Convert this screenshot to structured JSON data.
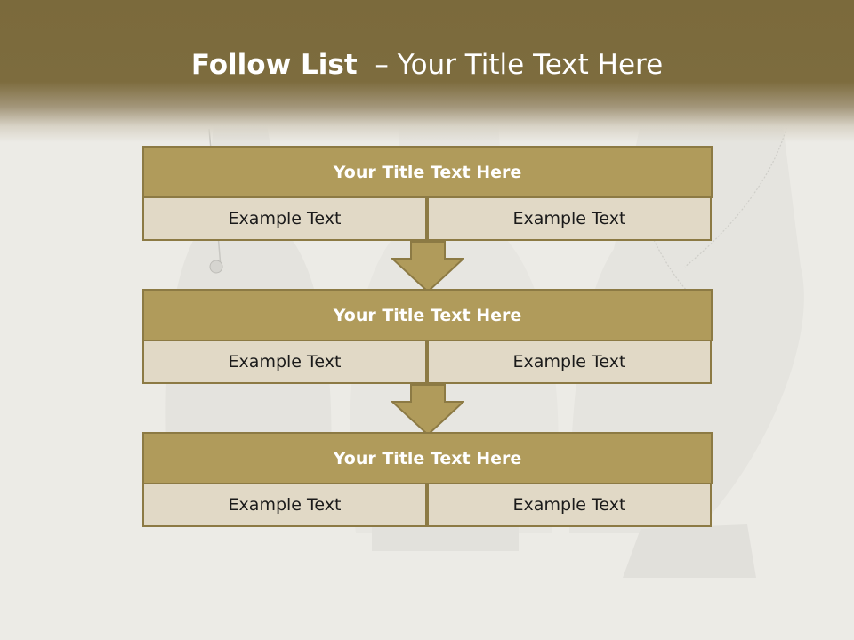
{
  "slide": {
    "title_bold": "Follow List",
    "title_rest": "– Your Title Text Here"
  },
  "colors": {
    "header_band": "#7b6a3c",
    "box_title": "#b09b5b",
    "box_border": "#8c7a44",
    "cell_bg": "#e1d9c6",
    "title_text": "#ffffff"
  },
  "steps": [
    {
      "title": "Your Title Text Here",
      "left_text": "Example Text",
      "right_text": "Example Text"
    },
    {
      "title": "Your Title Text Here",
      "left_text": "Example Text",
      "right_text": "Example Text"
    },
    {
      "title": "Your Title Text Here",
      "left_text": "Example Text",
      "right_text": "Example Text"
    }
  ],
  "connector_icon": "down-arrow-icon"
}
